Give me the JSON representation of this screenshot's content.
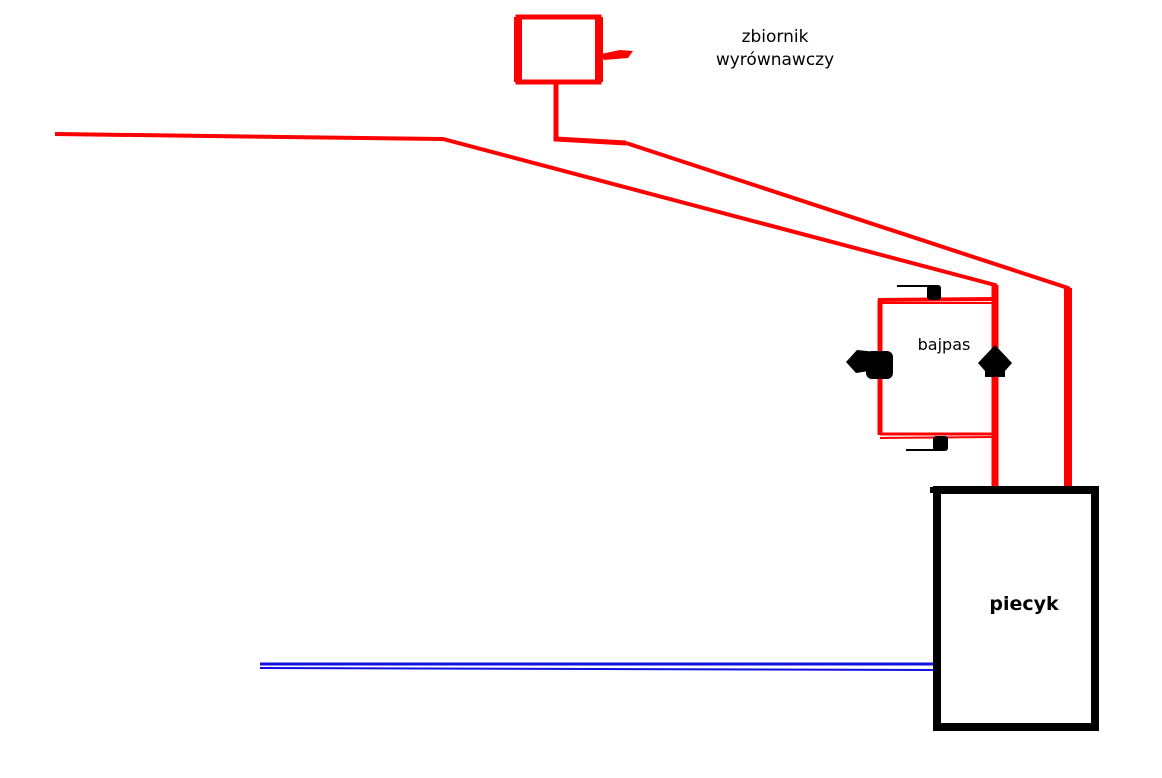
{
  "labels": {
    "tank_line1": "zbiornik",
    "tank_line2": "wyrównawczy",
    "bypass": "bajpas",
    "stove": "piecyk"
  },
  "colors": {
    "hot_pipe": "#ff0000",
    "return_pipe": "#1010e0",
    "stove_outline": "#000000",
    "valve": "#000000",
    "background": "#ffffff"
  }
}
